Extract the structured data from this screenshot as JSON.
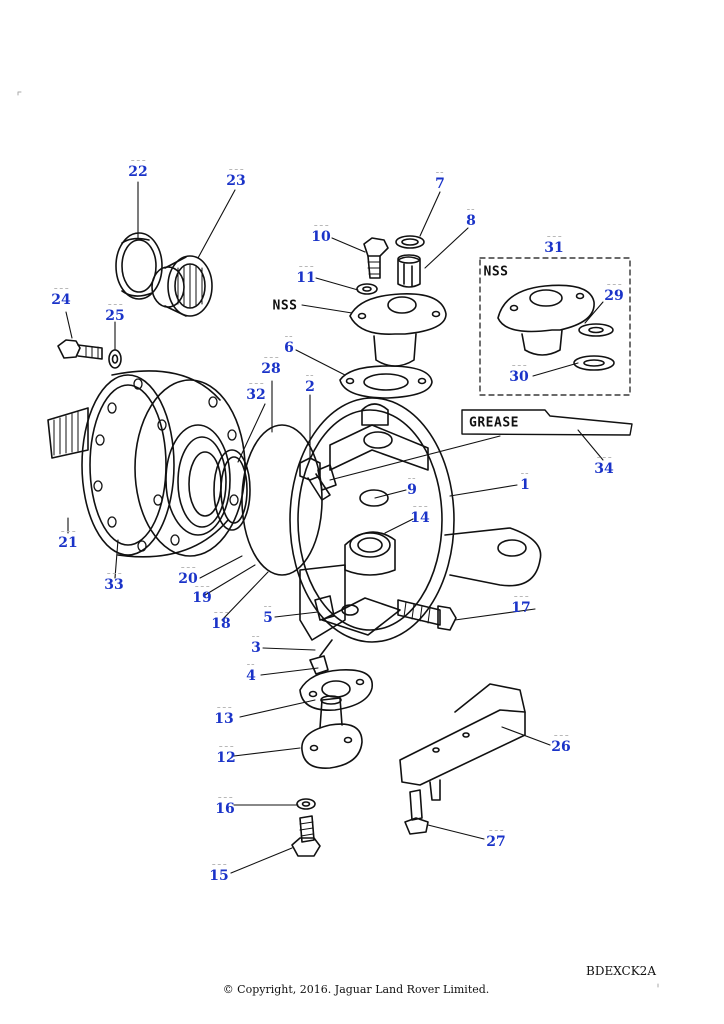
{
  "callouts": [
    "1",
    "2",
    "3",
    "4",
    "5",
    "6",
    "7",
    "8",
    "9",
    "10",
    "11",
    "12",
    "13",
    "14",
    "15",
    "16",
    "17",
    "18",
    "19",
    "20",
    "21",
    "22",
    "23",
    "24",
    "25",
    "26",
    "27",
    "28",
    "29",
    "30",
    "31",
    "32",
    "33",
    "34"
  ],
  "labels": {
    "nss_main": "NSS",
    "nss_inset": "NSS",
    "grease": "GREASE"
  },
  "footer": {
    "ref_code": "BDEXCK2A",
    "copyright": "© Copyright, 2016. Jaguar Land Rover Limited."
  }
}
